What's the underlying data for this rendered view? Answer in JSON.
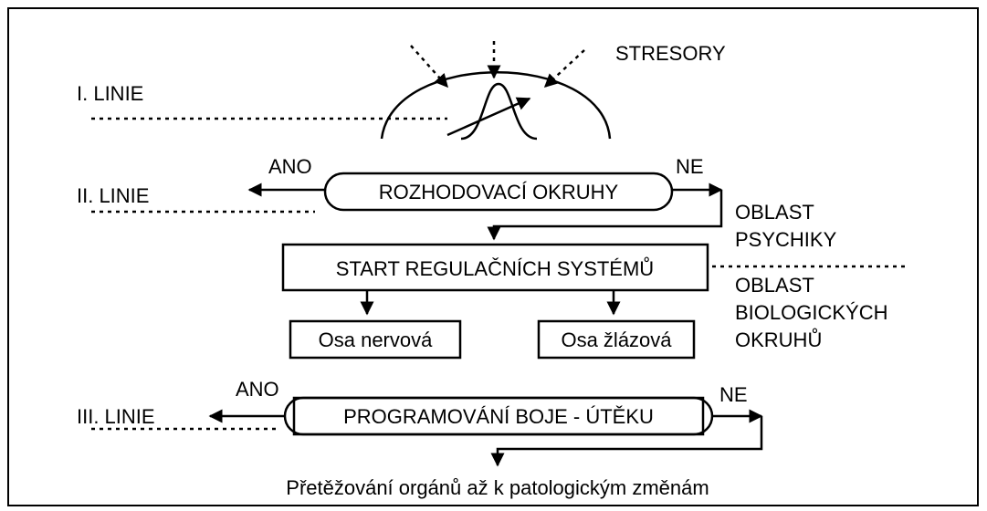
{
  "labels": {
    "stresory": "STRESORY",
    "line1": "I. LINIE",
    "line2": "II. LINIE",
    "line3": "III. LINIE",
    "ano_top": "ANO",
    "ne_top": "NE",
    "ano_bottom": "ANO",
    "ne_bottom": "NE",
    "oblast_psychiky_1": "OBLAST",
    "oblast_psychiky_2": "PSYCHIKY",
    "oblast_bio_1": "OBLAST",
    "oblast_bio_2": "BIOLOGICKÝCH",
    "oblast_bio_3": "OKRUHŮ"
  },
  "boxes": {
    "decision": "ROZHODOVACÍ OKRUHY",
    "start": "START REGULAČNÍCH SYSTÉMŮ",
    "nervous": "Osa nervová",
    "glandular": "Osa žlázová",
    "program": "PROGRAMOVÁNÍ BOJE - ÚTĚKU"
  },
  "footer": "Přetěžování orgánů až k patologickým změnám",
  "colors": {
    "ink": "#000000",
    "background": "#ffffff"
  }
}
